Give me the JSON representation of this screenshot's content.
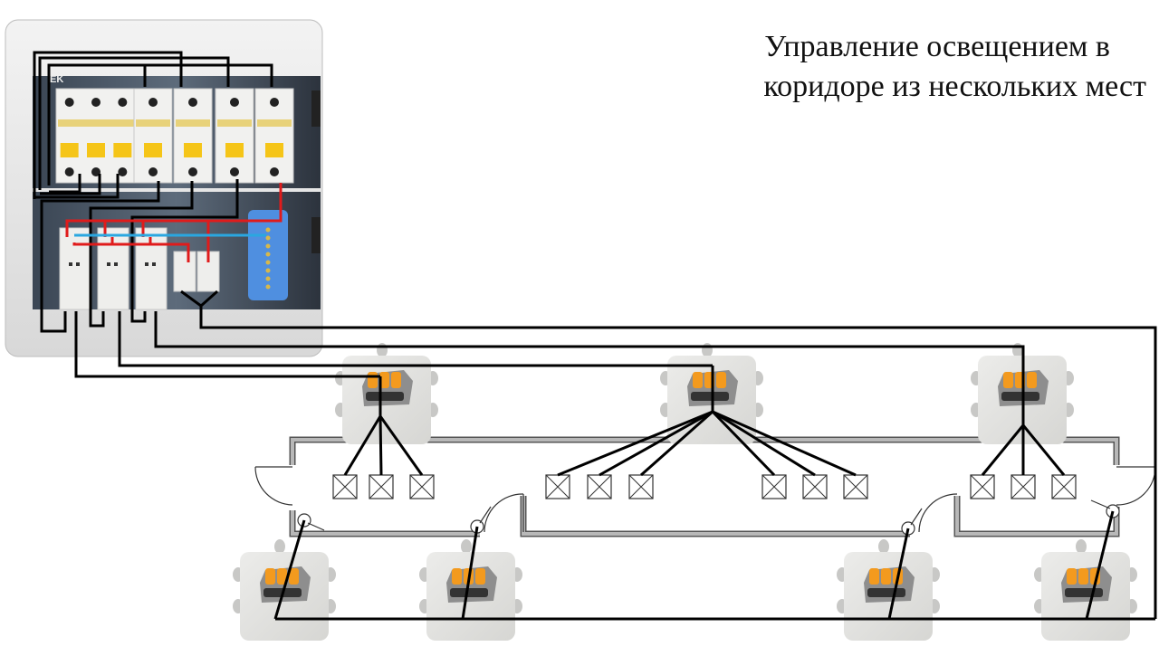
{
  "title": {
    "line1": "Управление освещением в",
    "line2": "коридоре из нескольких мест"
  },
  "panel": {
    "brand": "IEK",
    "upper_row": {
      "breakers": [
        {
          "type": "3-pole circuit breaker"
        },
        {
          "type": "1-pole circuit breaker"
        },
        {
          "type": "1-pole circuit breaker"
        },
        {
          "type": "1-pole circuit breaker"
        },
        {
          "type": "1-pole circuit breaker"
        }
      ]
    },
    "lower_row": {
      "relays": [
        "impulse relay 1",
        "impulse relay 2",
        "impulse relay 3"
      ],
      "terminals": [
        "terminal block 1",
        "terminal block 2"
      ],
      "bus_bar": "neutral bus bar"
    }
  },
  "junction_boxes_top": [
    {
      "name": "left",
      "lamps": 3
    },
    {
      "name": "center",
      "lamps": 6
    },
    {
      "name": "right",
      "lamps": 3
    }
  ],
  "junction_boxes_bottom": [
    "switch box 1",
    "switch box 2",
    "switch box 3",
    "switch box 4"
  ],
  "switches": 4,
  "colors": {
    "wire": "#000000",
    "phase": "#e01b1b",
    "neutral": "#2aa7e0",
    "wall": "#b0b0b0",
    "box": "#e4e4e2",
    "connector_orange": "#f39a1e",
    "bus_bar": "#4f8fe0"
  }
}
